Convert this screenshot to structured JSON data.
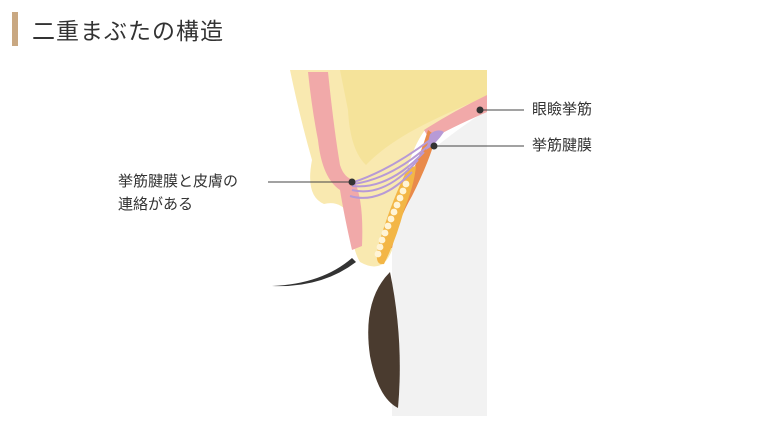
{
  "heading": {
    "title": "二重まぶたの構造",
    "accent_color": "#c9a882"
  },
  "callouts": {
    "levator_muscle": "眼瞼挙筋",
    "levator_aponeurosis": "挙筋腱膜",
    "connection_line1": "挙筋腱膜と皮膚の",
    "connection_line2": "連絡がある"
  },
  "colors": {
    "skin": "#f9e9b0",
    "skin_outline": "#f6dc8f",
    "fat": "#f7e6a0",
    "muscle": "#f1a9a9",
    "aponeurosis": "#e98a4a",
    "tarsal": "#f3b646",
    "connection_fibers": "#b79ad6",
    "eye_white": "#f2f2f2",
    "pupil": "#4a3b2f",
    "lashes": "#333333",
    "leader_line": "#444444"
  }
}
